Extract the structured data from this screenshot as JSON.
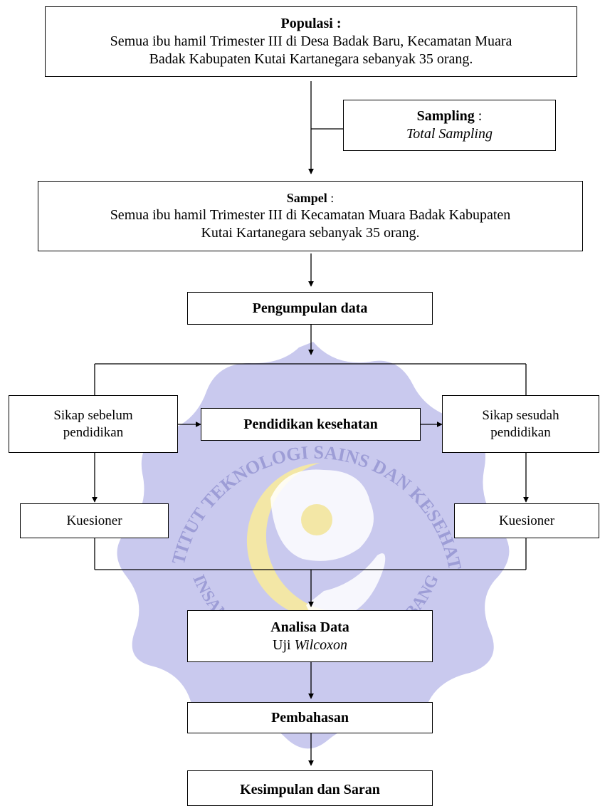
{
  "populasi": {
    "title": "Populasi :",
    "line1": "Semua ibu hamil Trimester III di Desa Badak Baru, Kecamatan Muara",
    "line2": "Badak Kabupaten Kutai Kartanegara sebanyak 35 orang."
  },
  "sampling": {
    "title": "Sampling",
    "colon": " :",
    "method": "Total Sampling"
  },
  "sampel": {
    "title": "Sampel",
    "colon": " :",
    "line1": "Semua ibu hamil Trimester III di Kecamatan Muara Badak Kabupaten",
    "line2": "Kutai Kartanegara sebanyak 35 orang."
  },
  "pengumpulan": {
    "label": "Pengumpulan data"
  },
  "sikap_sebelum": {
    "line1": "Sikap sebelum",
    "line2": "pendidikan"
  },
  "pendidikan": {
    "label": "Pendidikan kesehatan"
  },
  "sikap_sesudah": {
    "line1": "Sikap sesudah",
    "line2": "pendidikan"
  },
  "kuesioner_left": {
    "label": "Kuesioner"
  },
  "kuesioner_right": {
    "label": "Kuesioner"
  },
  "analisa": {
    "title": "Analisa Data",
    "prefix": "Uji ",
    "test": "Wilcoxon"
  },
  "pembahasan": {
    "label": "Pembahasan"
  },
  "kesimpulan": {
    "label": "Kesimpulan dan Saran"
  },
  "watermark": {
    "top_text": "INSTITUT TEKNOLOGI SAINS DAN KESEHATAN",
    "bottom_text": "INSAN CENDEKIA MEDIKA JOMBANG",
    "color_blue": "#c9c9ee",
    "color_gold": "#f3e7a6"
  }
}
